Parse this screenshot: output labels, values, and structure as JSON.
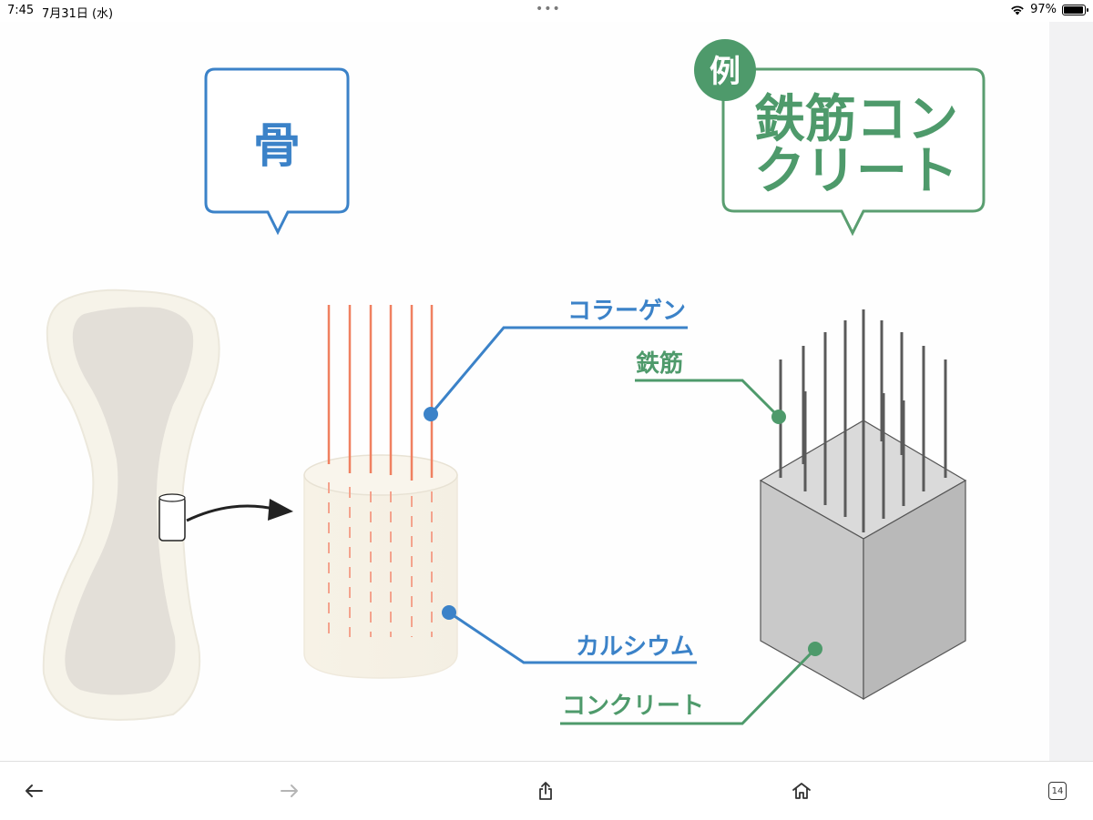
{
  "status": {
    "time": "7:45",
    "date": "7月31日 (水)",
    "battery": "97%",
    "battery_level": 0.97
  },
  "figure": {
    "bone_title": "骨",
    "example_badge": "例",
    "concrete_title_line1": "鉄筋コン",
    "concrete_title_line2": "クリート",
    "label_collagen": "コラーゲン",
    "label_calcium": "カルシウム",
    "label_rebar": "鉄筋",
    "label_concrete": "コンクリート"
  },
  "colors": {
    "blue": "#3b82c8",
    "green": "#4e9a6b",
    "salmon": "#f08060",
    "bone_outer": "#f5f2ea",
    "bone_inner": "#e4e0da",
    "concrete_front": "#c8c8c8",
    "concrete_top": "#dadada",
    "concrete_side": "#b8b8b8"
  },
  "toolbar": {
    "back_icon": "arrow-left-icon",
    "forward_icon": "arrow-right-icon",
    "share_icon": "share-icon",
    "home_icon": "home-icon",
    "tabs_count": "14"
  }
}
